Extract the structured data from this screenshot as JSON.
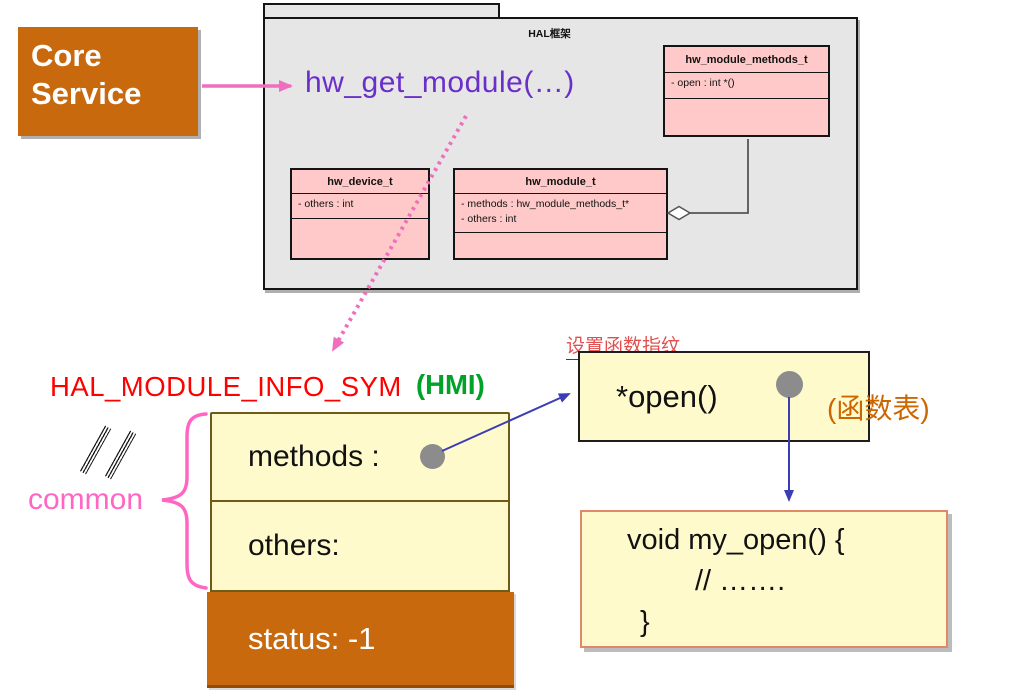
{
  "core_service": {
    "label": "Core Service"
  },
  "package": {
    "title": "HAL框架",
    "function_call": "hw_get_module(…)",
    "classes": [
      {
        "name": "hw_module_methods_t",
        "attributes": [
          "- open : int *()"
        ]
      },
      {
        "name": "hw_device_t",
        "attributes": [
          "- others : int"
        ]
      },
      {
        "name": "hw_module_t",
        "attributes": [
          "- methods : hw_module_methods_t*",
          "- others : int"
        ]
      }
    ]
  },
  "hmi": {
    "title": "HAL_MODULE_INFO_SYM",
    "alias": "(HMI)",
    "brace_label": "common",
    "rows": {
      "methods": "methods :",
      "others": "others:",
      "status": "status: -1"
    }
  },
  "function_table": {
    "annotation": "设置函数指纹",
    "entry": "*open()",
    "caption": "(函数表)"
  },
  "implementation": {
    "line1": "void my_open() {",
    "line2": "// …….",
    "line3": "}"
  },
  "colors": {
    "core-orange": "#C8690E",
    "package-gray": "#E6E6E6",
    "class-pink": "#FFC9C9",
    "note-yellow": "#FFFACC",
    "purple": "#6A2FC9",
    "red": "#FF0000",
    "soft-red": "#E05050",
    "green": "#00A229",
    "arrow-pink": "#F06EBE",
    "label-pink": "#FF66C4",
    "caption-orange": "#CC6600",
    "arrow-blue": "#3C3CB4",
    "dot-gray": "#8C8C8C",
    "hmi-border-brown": "#6E5B17",
    "impl-border-salmon": "#E0896A",
    "connector-gray": "#555555"
  }
}
